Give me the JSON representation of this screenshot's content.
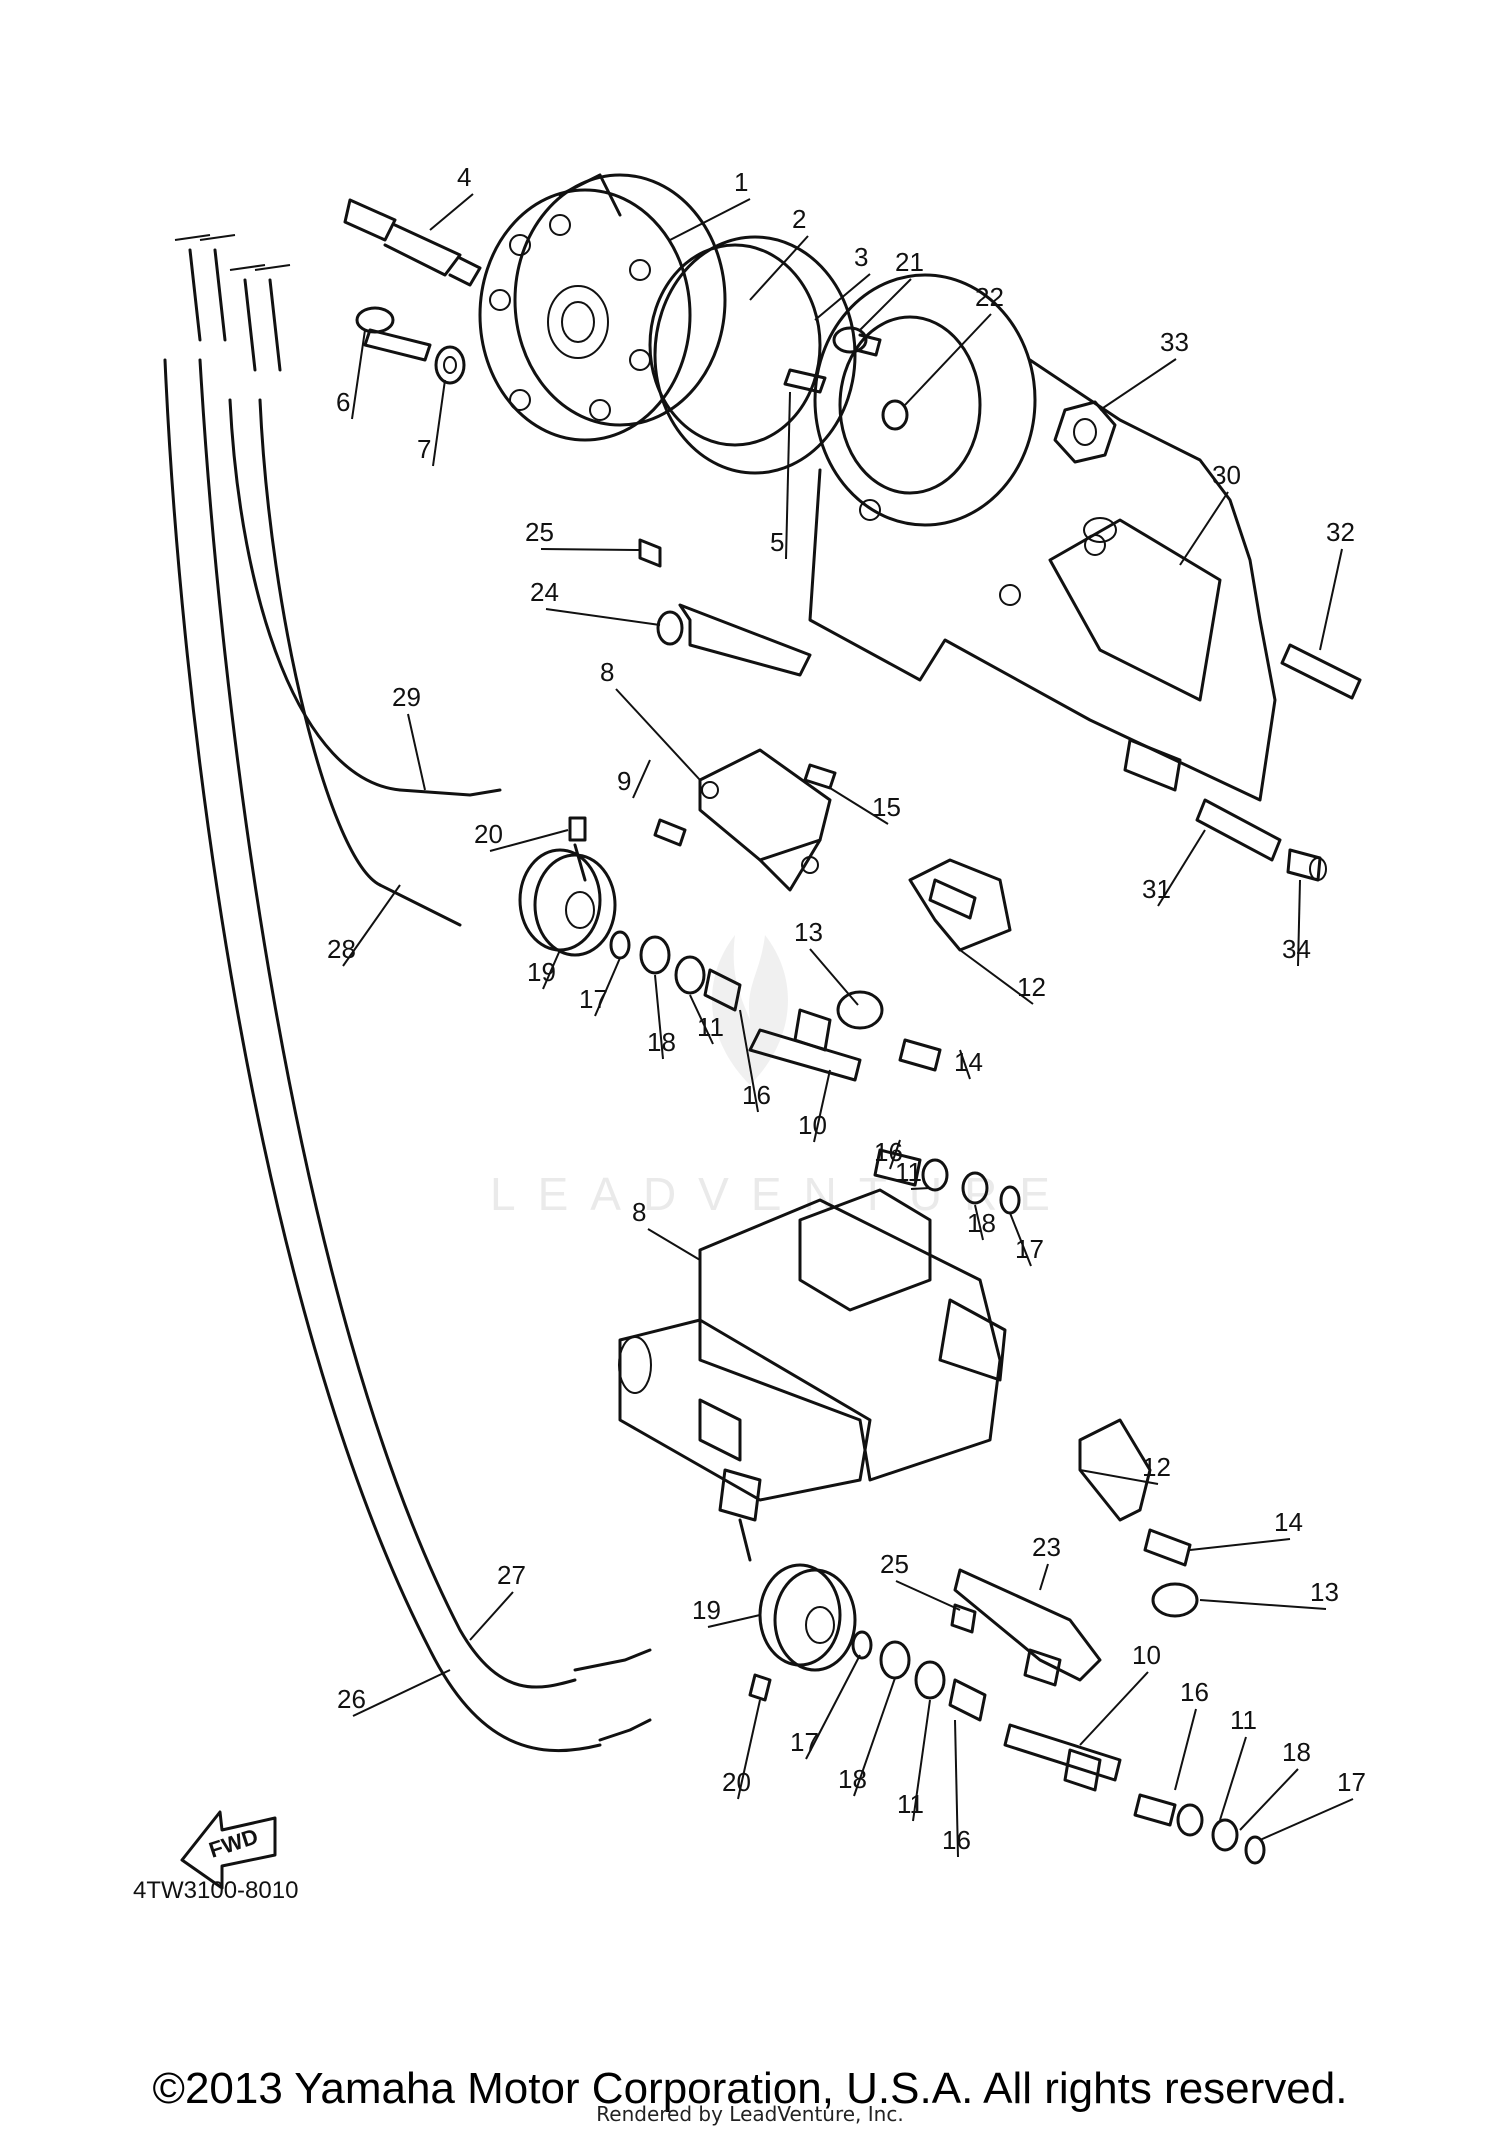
{
  "diagram": {
    "parts": [
      {
        "id": "1",
        "label": "1"
      },
      {
        "id": "2",
        "label": "2"
      },
      {
        "id": "3",
        "label": "3"
      },
      {
        "id": "4",
        "label": "4"
      },
      {
        "id": "5",
        "label": "5"
      },
      {
        "id": "6",
        "label": "6"
      },
      {
        "id": "7",
        "label": "7"
      },
      {
        "id": "8a",
        "label": "8"
      },
      {
        "id": "8b",
        "label": "8"
      },
      {
        "id": "9",
        "label": "9"
      },
      {
        "id": "10a",
        "label": "10"
      },
      {
        "id": "10b",
        "label": "10"
      },
      {
        "id": "11a",
        "label": "11"
      },
      {
        "id": "11b",
        "label": "11"
      },
      {
        "id": "11c",
        "label": "11"
      },
      {
        "id": "11d",
        "label": "11"
      },
      {
        "id": "12a",
        "label": "12"
      },
      {
        "id": "12b",
        "label": "12"
      },
      {
        "id": "13a",
        "label": "13"
      },
      {
        "id": "13b",
        "label": "13"
      },
      {
        "id": "14a",
        "label": "14"
      },
      {
        "id": "14b",
        "label": "14"
      },
      {
        "id": "15",
        "label": "15"
      },
      {
        "id": "16a",
        "label": "16"
      },
      {
        "id": "16b",
        "label": "16"
      },
      {
        "id": "16c",
        "label": "16"
      },
      {
        "id": "16d",
        "label": "16"
      },
      {
        "id": "17a",
        "label": "17"
      },
      {
        "id": "17b",
        "label": "17"
      },
      {
        "id": "17c",
        "label": "17"
      },
      {
        "id": "17d",
        "label": "17"
      },
      {
        "id": "18a",
        "label": "18"
      },
      {
        "id": "18b",
        "label": "18"
      },
      {
        "id": "18c",
        "label": "18"
      },
      {
        "id": "18d",
        "label": "18"
      },
      {
        "id": "19a",
        "label": "19"
      },
      {
        "id": "19b",
        "label": "19"
      },
      {
        "id": "20a",
        "label": "20"
      },
      {
        "id": "20b",
        "label": "20"
      },
      {
        "id": "21",
        "label": "21"
      },
      {
        "id": "22",
        "label": "22"
      },
      {
        "id": "23",
        "label": "23"
      },
      {
        "id": "24",
        "label": "24"
      },
      {
        "id": "25a",
        "label": "25"
      },
      {
        "id": "25b",
        "label": "25"
      },
      {
        "id": "26",
        "label": "26"
      },
      {
        "id": "27",
        "label": "27"
      },
      {
        "id": "28",
        "label": "28"
      },
      {
        "id": "29",
        "label": "29"
      },
      {
        "id": "30",
        "label": "30"
      },
      {
        "id": "31",
        "label": "31"
      },
      {
        "id": "32",
        "label": "32"
      },
      {
        "id": "33",
        "label": "33"
      },
      {
        "id": "34",
        "label": "34"
      }
    ],
    "fwd_label": "FWD",
    "diagram_code": "4TW3100-8010",
    "watermark": "LEADVENTURE"
  },
  "footer": {
    "copyright": "©2013 Yamaha Motor Corporation, U.S.A. All rights reserved.",
    "rendered_by": "Rendered by LeadVenture, Inc."
  }
}
